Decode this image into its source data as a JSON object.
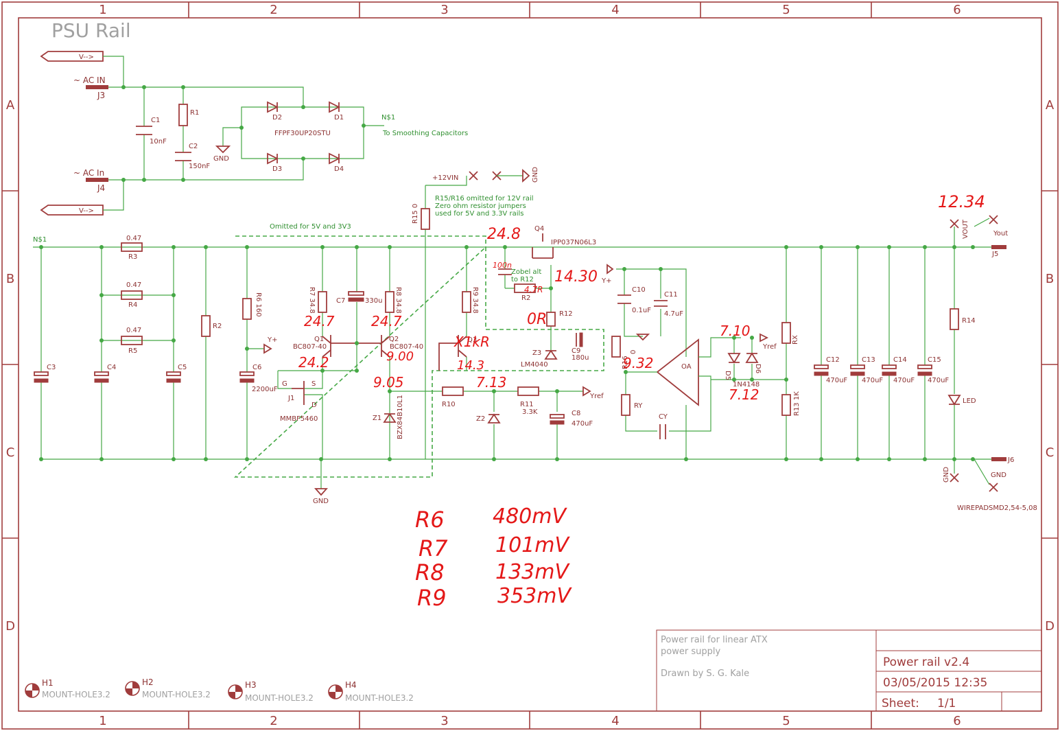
{
  "title": "PSU Rail",
  "frame": {
    "columns": [
      "1",
      "2",
      "3",
      "4",
      "5",
      "6"
    ],
    "rows": [
      "A",
      "B",
      "C",
      "D"
    ]
  },
  "connectors": {
    "vminus": "V-->",
    "ac_in_top": "~ AC IN",
    "ac_in_bottom": "~ AC In",
    "j3": "J3",
    "j4": "J4",
    "j5": "J5",
    "j6": "J6",
    "ns1_left": "N$1",
    "ns1_bridge": "N$1",
    "to_smoothing": "To Smoothing Capacitors",
    "plus12": "+12VIN",
    "vout": "VOUT",
    "yout": "Yout",
    "gnd": "GND",
    "yplus": "Y+",
    "yref": "Yref",
    "wirepad": "WIREPADSMD2,54-5,08"
  },
  "components": {
    "c1": "C1",
    "c1v": "10nF",
    "r1": "R1",
    "c2": "C2",
    "c2v": "150nF",
    "d1": "D1",
    "d2": "D2",
    "d3": "D3",
    "d4": "D4",
    "bridge": "FFPF30UP20STU",
    "r3": "R3",
    "r3v": "0.47",
    "r4": "R4",
    "r4v": "0.47",
    "r5": "R5",
    "r5v": "0.47",
    "r2": "R2",
    "c3": "C3",
    "c4": "C4",
    "c5": "C5",
    "r6": "R6 160",
    "c6": "C6",
    "c6v": "2200uF",
    "r7": "R7 34.8",
    "c7": "C7",
    "c7v": "330u",
    "r8": "R8 34.8",
    "q1": "Q1",
    "q2": "Q2",
    "q12v": "BC807-40",
    "j1": "J1",
    "j1v": "MMBF5460",
    "pin_g": "G",
    "pin_s": "S",
    "pin_d": "D",
    "z1": "Z1",
    "z1v": "BZX84B10L1",
    "r9": "R9 34.8",
    "q3": "Q3",
    "r10": "R10",
    "z2": "Z2",
    "r11": "R11",
    "r11v": "3.3K",
    "c8": "C8",
    "c8v": "470uF",
    "r15": "R15 0",
    "q4": "Q4",
    "q4v": "IPP037N06L3",
    "r12": "R12",
    "z3": "Z3",
    "z3v": "LM4040",
    "c9": "C9",
    "c9v": "180u",
    "r16": "R16",
    "r16v": "0",
    "c10": "C10",
    "c10v": "0.1uF",
    "c11": "C11",
    "c11v": "4.7uF",
    "ry": "RY",
    "cy": "CY",
    "rx": "RX",
    "r13": "R13 1K",
    "d5": "D5",
    "d6": "D6",
    "d56v": "1N4148",
    "c12": "C12",
    "c13": "C13",
    "c14": "C14",
    "c15": "C15",
    "c1215v": "470uF",
    "r14": "R14",
    "led": "LED",
    "oa": "OA"
  },
  "notes": {
    "omitted": "Omitted for 5V and 3V3",
    "r15_note_1": "R15/R16 omitted for 12V rail",
    "r15_note_2": "Zero ohm resistor jumpers",
    "r15_note_3": "used for 5V and 3.3V rails",
    "zobel_1": "Zobel alt",
    "zobel_2": "to R12"
  },
  "titleblock": {
    "desc_1": "Power rail for linear ATX",
    "desc_2": "power supply",
    "drawn_by": "Drawn by S. G. Kale",
    "name": "Power rail v2.4",
    "date": "03/05/2015 12:35",
    "sheet_label": "Sheet:",
    "sheet_value": "1/1"
  },
  "mount_holes": [
    {
      "ref": "H1",
      "type": "MOUNT-HOLE3.2"
    },
    {
      "ref": "H2",
      "type": "MOUNT-HOLE3.2"
    },
    {
      "ref": "H3",
      "type": "MOUNT-HOLE3.2"
    },
    {
      "ref": "H4",
      "type": "MOUNT-HOLE3.2"
    }
  ],
  "handwritten": {
    "vout_voltage": "12.34",
    "q4_drain": "24.8",
    "zobel_cap": "100n",
    "zobel_res": "4.7R",
    "q4_source": "14.30",
    "r12_value": "0R",
    "q1_emitter": "24.7",
    "q2_emitter": "24.7",
    "q1_base": "24.2",
    "q2_base": "9.00",
    "q3_label": "X1kR",
    "q3_v": "14.3",
    "z1_v": "9.05",
    "r10_node": "7.13",
    "oa_v": "9.32",
    "d5_v": "7.10",
    "d6_v": "7.12",
    "readings": [
      {
        "res": "R6",
        "val": "480mV"
      },
      {
        "res": "R7",
        "val": "101mV"
      },
      {
        "res": "R8",
        "val": "133mV"
      },
      {
        "res": "R9",
        "val": "353mV"
      }
    ]
  }
}
